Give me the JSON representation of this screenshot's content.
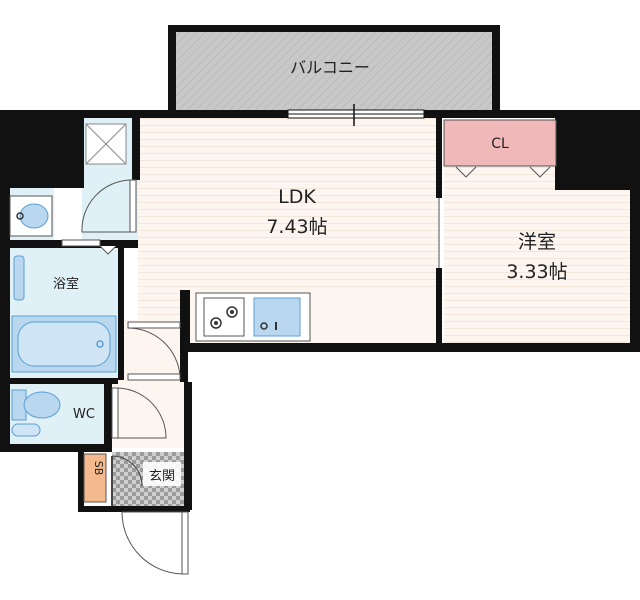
{
  "rooms": {
    "balcony": {
      "label": "バルコニー"
    },
    "ldk": {
      "label": "LDK",
      "area": "7.43帖"
    },
    "western": {
      "label": "洋室",
      "area": "3.33帖"
    },
    "closet": {
      "label": "CL"
    },
    "bath": {
      "label": "浴室"
    },
    "wc": {
      "label": "WC"
    },
    "entrance": {
      "label": "玄関"
    },
    "shoe_box": {
      "label": "SB"
    }
  },
  "colors": {
    "wall": "#111111",
    "floor": "#fdf6f0",
    "wet_area": "#dff0f6",
    "fixture": "#b9d8ef",
    "fixture_dark": "#5a9fd4",
    "balcony": "#c8c8c8",
    "closet": "#f0b8b8",
    "shoe_box": "#f4b98c"
  }
}
